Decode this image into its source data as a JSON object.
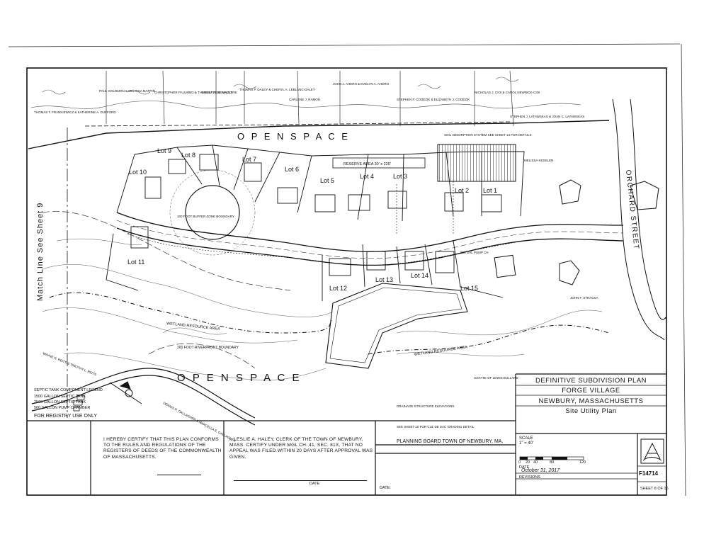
{
  "plan": {
    "title_block": {
      "line1": "DEFINITIVE SUBDIVISION PLAN",
      "line2": "FORGE VILLAGE",
      "line3": "NEWBURY, MASSACHUSETTS",
      "line4": "Site Utility Plan",
      "scale_label": "SCALE",
      "scale_value": "1\" = 40'",
      "scale_ticks": [
        "0",
        "20",
        "40",
        "80",
        "120"
      ],
      "date_label": "DATE",
      "date_value": "October 31, 2017",
      "revisions_label": "REVISIONS",
      "file_number": "F14714",
      "sheet": "SHEET 8 OF 16"
    },
    "open_space_top": "O P E N   S P A C E",
    "open_space_bottom": "O P E N   S P A C E",
    "match_line": "Match Line See Sheet 9",
    "street": "ORCHARD STREET",
    "wetland_1": "WETLAND RESOURCE AREA",
    "wetland_2": "WETLAND RESOURCE AREA",
    "riverfront": "200 FOOT RIVERFRONT BOUNDARY",
    "reserve_area": "RESERVE AREA 30' x 220'",
    "lots": [
      {
        "id": "lot1",
        "label": "Lot 1"
      },
      {
        "id": "lot2",
        "label": "Lot 2"
      },
      {
        "id": "lot3",
        "label": "Lot 3"
      },
      {
        "id": "lot4",
        "label": "Lot 4"
      },
      {
        "id": "lot5",
        "label": "Lot 5"
      },
      {
        "id": "lot6",
        "label": "Lot 6"
      },
      {
        "id": "lot7",
        "label": "Lot 7"
      },
      {
        "id": "lot8",
        "label": "Lot 8"
      },
      {
        "id": "lot9",
        "label": "Lot 9"
      },
      {
        "id": "lot10",
        "label": "Lot 10"
      },
      {
        "id": "lot11",
        "label": "Lot 11"
      },
      {
        "id": "lot12",
        "label": "Lot 12"
      },
      {
        "id": "lot13",
        "label": "Lot 13"
      },
      {
        "id": "lot14",
        "label": "Lot 14"
      },
      {
        "id": "lot15",
        "label": "Lot 15"
      }
    ],
    "abutters": [
      "PAUL GOLDMON & MELISSA MARTIN",
      "CHRISTOPHER PALUMBO & THERESA ARSENAULT",
      "ANNETTE M. MAGUIRE",
      "THOMAS P. DALEY & CHERYL A. LEBLANC-DALEY",
      "CARLENE J. RAMON",
      "JOHN J. AHERN & EVELYN A. AHERN",
      "STEPHEN F. CODEZIK & ELIZABETH J. CODEZIK",
      "NICHOLAS J. CIOI & CAROL NEWNICK-CIOI",
      "STEPHEN J. LATAWSKAS & JOAN C. LATAWSKAS",
      "THOMAS T. FRANKIEWICZ & KATHERINE A. DUFFORD",
      "MELISSA KESSLER",
      "WAYNE R. REITS & TIMOTHY L. REITS",
      "DENNIS R. GALLAGHER & MARCELLA E. GALLAGHER",
      "ESTATE OF LEWIS BULLARD",
      "JOHN F. STRACKA"
    ],
    "legend": {
      "title": "SEPTIC TANK COMPONENT LEGEND",
      "items": [
        "1500 GALLON SEPTIC TANK",
        "2500 GALLON SEPTIC TANK",
        "500 GALLON PUMP CHAMBER"
      ]
    },
    "registry": "FOR REGISTRY USE ONLY",
    "cert_registers": "I HEREBY CERTIFY THAT THIS PLAN CONFORMS TO THE RULES AND REGULATIONS OF THE REGISTERS OF DEEDS OF THE COMMONWEALTH OF MASSACHUSETTS.",
    "cert_clerk": "I, LESLIE A. HALEY, CLERK OF THE TOWN OF NEWBURY, MASS. CERTIFY UNDER MGL CH. 41, SEC. 81X, THAT NO APPEAL WAS FILED WITHIN 20 DAYS AFTER APPROVAL WAS GIVEN.",
    "date_label": "DATE",
    "date_short": "DATE:",
    "planning_board": "PLANNING BOARD   TOWN OF NEWBURY, MA.",
    "drainage_title": "DRAINAGE STRUCTURE ELEVATIONS",
    "drainage_note": "SEE SHEET 10 FOR CUL DE SAC GRADING DETAIL",
    "note_soil": "SOIL ABSORPTION SYSTEM SEE SHEET 14 FOR DETAILS",
    "note_buffer": "100 FOOT BUFFER ZONE BOUNDARY",
    "note_pump": "500 GAL PUMP CH"
  }
}
